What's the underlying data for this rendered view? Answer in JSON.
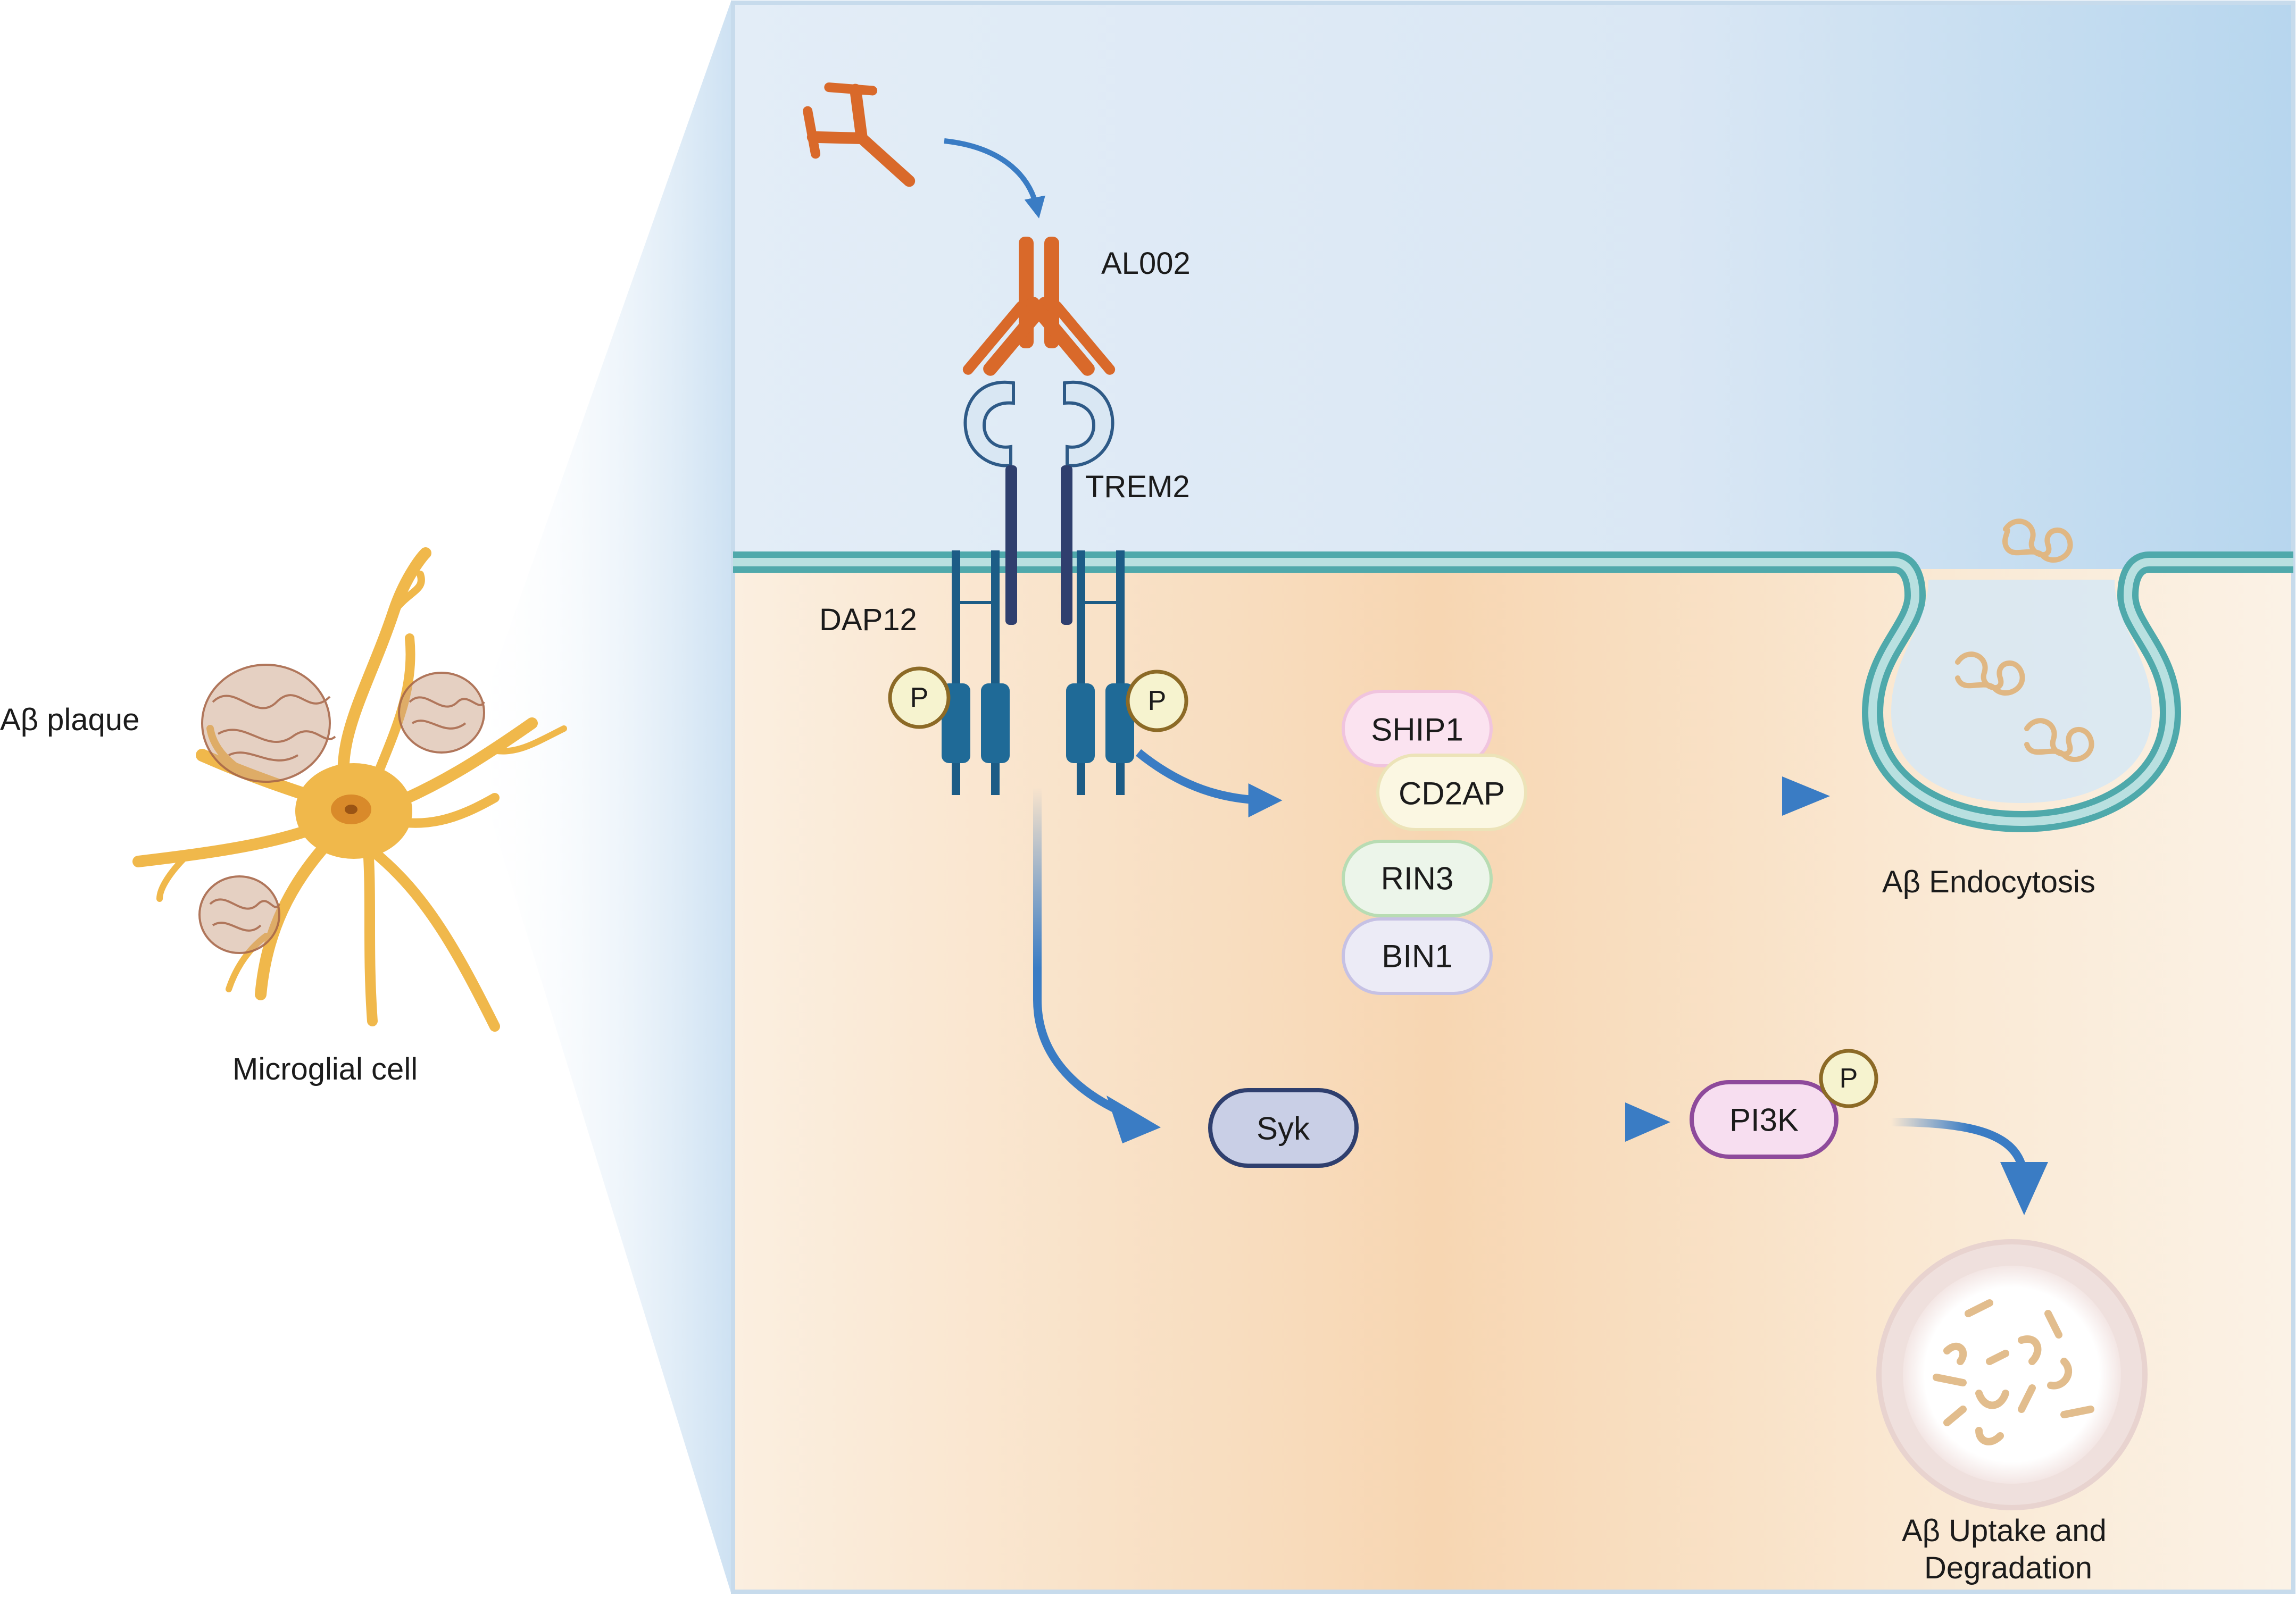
{
  "left_panel": {
    "plaque_label": "Aβ plaque",
    "cell_label": "Microglial cell"
  },
  "receptor": {
    "antibody_label": "AL002",
    "receptor_label": "TREM2",
    "adaptor_label": "DAP12",
    "phospho_label": "P"
  },
  "pathway": {
    "endocytosis_proteins": [
      "SHIP1",
      "CD2AP",
      "RIN3",
      "BIN1"
    ],
    "syk_label": "Syk",
    "pi3k_label": "PI3K",
    "pi3k_phospho_label": "P",
    "endocytosis_label": "Aβ Endocytosis",
    "uptake_label_line1": "Aβ Uptake and",
    "uptake_label_line2": "Degradation"
  },
  "colors": {
    "antibody": "#d9692a",
    "membrane": "#5fb7b8",
    "receptor": "#2f3f6e",
    "dap12": "#1f6a97",
    "arrow": "#3a7cc4",
    "microglia": "#f0b84b",
    "plaque": "#b5734f"
  }
}
